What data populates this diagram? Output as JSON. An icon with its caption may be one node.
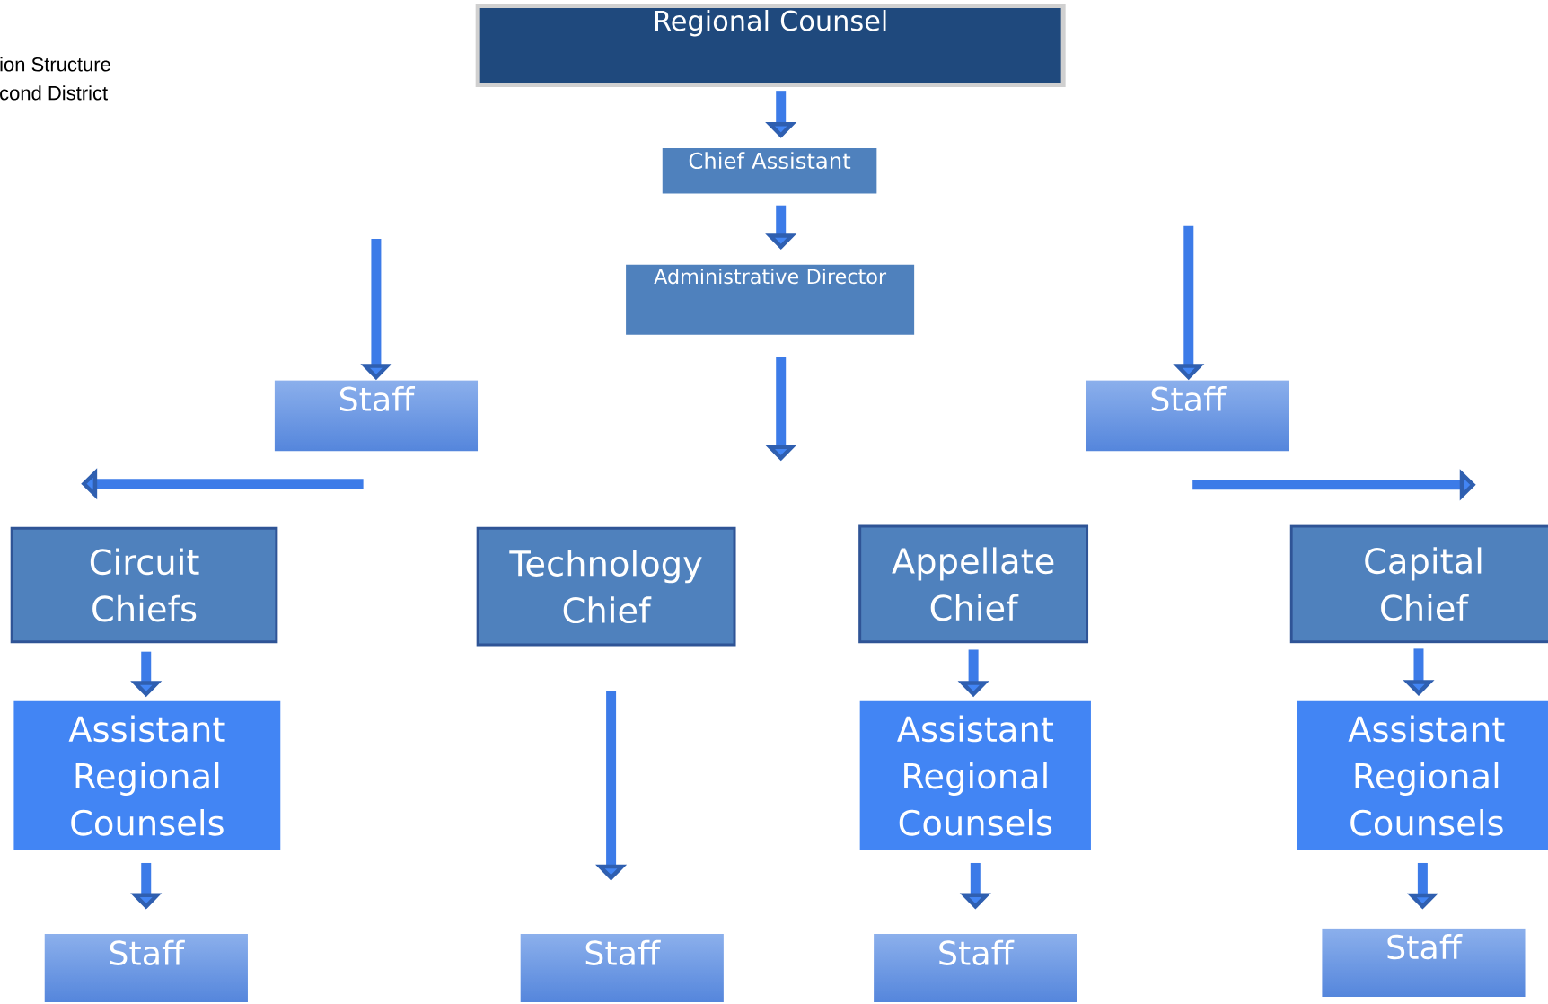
{
  "diagram": {
    "nodes": [
      {
        "text": [
          "Regional Counsel"
        ]
      },
      {
        "text": [
          "Chief Assistant"
        ]
      },
      {
        "text": [
          "Administrative Director"
        ]
      },
      {
        "text": [
          "Staff"
        ]
      },
      {
        "text": [
          "Staff"
        ]
      },
      {
        "text": [
          "Circuit Chiefs"
        ]
      },
      {
        "text": [
          "Technology Chief"
        ]
      },
      {
        "text": [
          "Appellate Chief"
        ]
      },
      {
        "text": [
          "Capital Chief"
        ]
      },
      {
        "text": [
          "Assistant Regional Counsels"
        ]
      },
      {
        "text": [
          "Assistant Regional Counsels"
        ]
      },
      {
        "text": [
          "Assistant Regional Counsels"
        ]
      },
      {
        "text": [
          "Staff"
        ]
      },
      {
        "text": [
          "Staff"
        ]
      },
      {
        "text": [
          "Staff"
        ]
      },
      {
        "text": [
          "Staff"
        ]
      }
    ],
    "edges": [
      {
        "from": 0,
        "to": 1,
        "arrow": "to"
      },
      {
        "from": 1,
        "to": 2,
        "arrow": "to"
      },
      {
        "from": null,
        "to": 3,
        "arrow": "to"
      },
      {
        "from": null,
        "to": 4,
        "arrow": "to"
      },
      {
        "from": 2,
        "to": 6,
        "arrow": "to"
      },
      {
        "from": 5,
        "to": 9,
        "arrow": "to"
      },
      {
        "from": 6,
        "to": 13,
        "arrow": "to"
      },
      {
        "from": 7,
        "to": 10,
        "arrow": "to"
      },
      {
        "from": 8,
        "to": 11,
        "arrow": "to"
      },
      {
        "from": 9,
        "to": 12,
        "arrow": "to"
      },
      {
        "from": 10,
        "to": 14,
        "arrow": "to"
      },
      {
        "from": 11,
        "to": 15,
        "arrow": "to"
      }
    ],
    "labels": [
      "ion Structure",
      "cond District"
    ]
  }
}
